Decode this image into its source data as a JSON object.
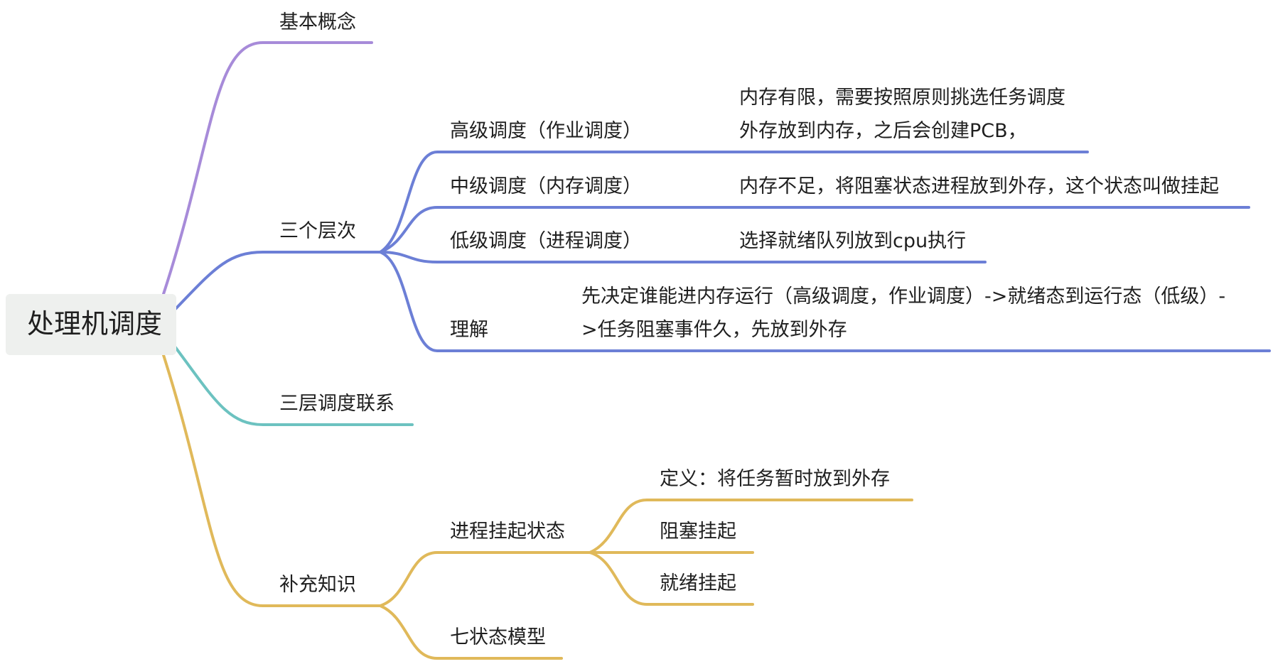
{
  "root": {
    "label": "处理机调度"
  },
  "colors": {
    "purple": "#a78bd9",
    "blue": "#6c7fd6",
    "teal": "#6cc2c0",
    "gold": "#e0b95a"
  },
  "nodes": {
    "basic_concept": "基本概念",
    "three_levels": "三个层次",
    "high_sched": "高级调度（作业调度）",
    "high_note_line1": "内存有限，需要按照原则挑选任务调度",
    "high_note_line2": "外存放到内存，之后会创建PCB，",
    "mid_sched": "中级调度（内存调度）",
    "mid_note": "内存不足，将阻塞状态进程放到外存，这个状态叫做挂起",
    "low_sched": "低级调度（进程调度）",
    "low_note": "选择就绪队列放到cpu执行",
    "understand": "理解",
    "understand_note_line1": "先决定谁能进内存运行（高级调度，作业调度）->就绪态到运行态（低级）-",
    "understand_note_line2": ">任务阻塞事件久，先放到外存",
    "three_link": "三层调度联系",
    "supplement": "补充知识",
    "suspend_state": "进程挂起状态",
    "definition": "定义：将任务暂时放到外存",
    "blocked_suspend": "阻塞挂起",
    "ready_suspend": "就绪挂起",
    "seven_state": "七状态模型"
  }
}
